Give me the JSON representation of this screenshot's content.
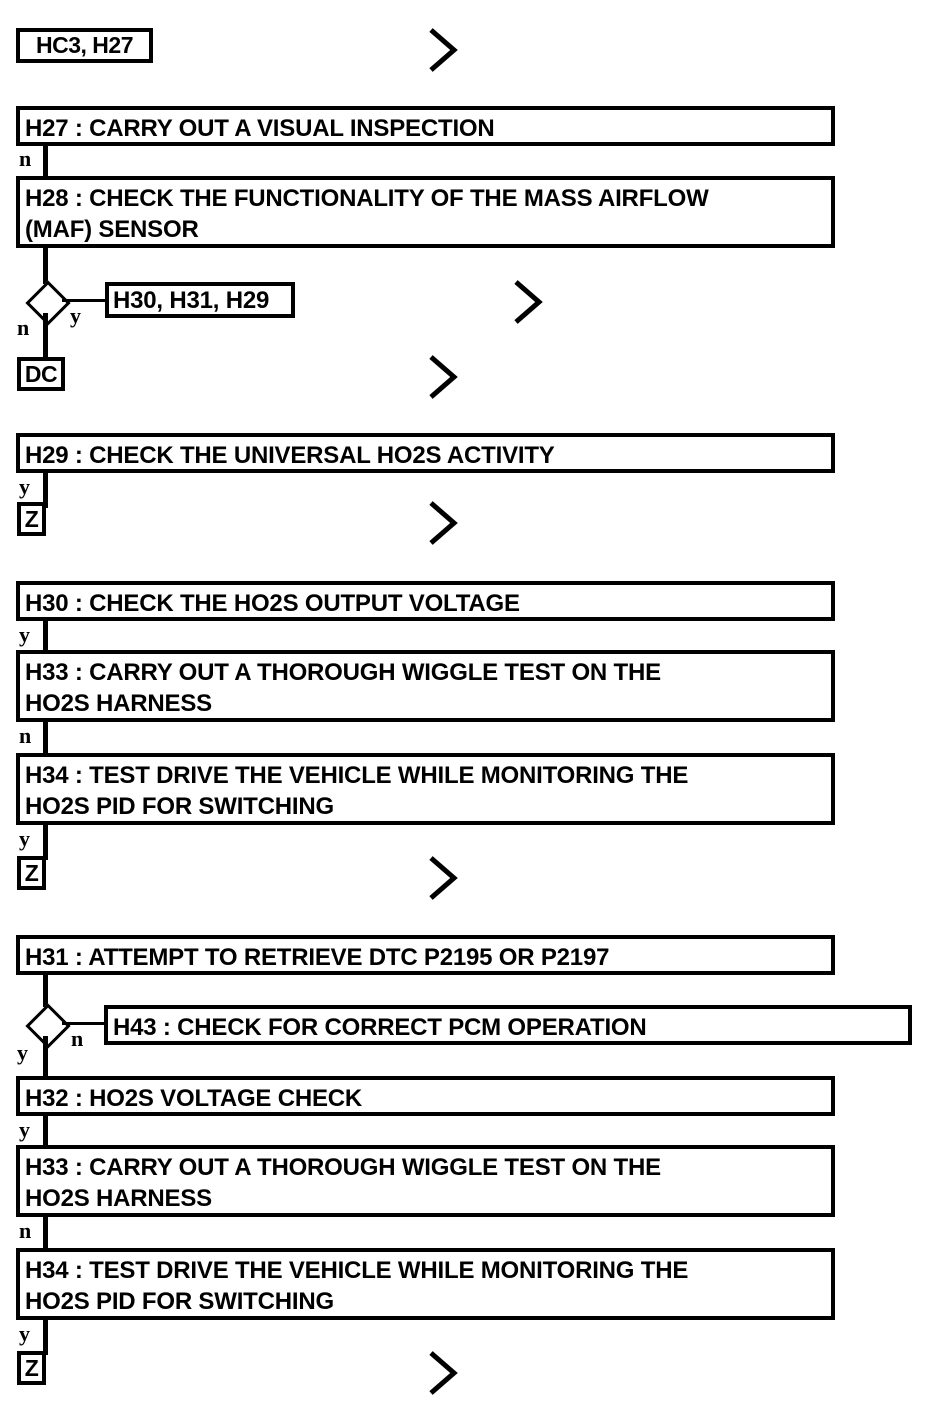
{
  "diagram": {
    "type": "flowchart",
    "title": "HO2S / MAF diagnostic flowchart page",
    "colors": {
      "line": "#000000",
      "background": "#ffffff",
      "text": "#000000"
    },
    "entry_tag": "HC3, H27",
    "nodes": [
      {
        "id": "HC3H27",
        "kind": "tag",
        "label": "HC3, H27"
      },
      {
        "id": "H27",
        "kind": "process",
        "label": "H27 : CARRY OUT A VISUAL INSPECTION"
      },
      {
        "id": "H28",
        "kind": "process",
        "label": "H28 : CHECK THE FUNCTIONALITY OF THE MASS AIRFLOW\n(MAF) SENSOR"
      },
      {
        "id": "D1",
        "kind": "decision",
        "label": ""
      },
      {
        "id": "REF1",
        "kind": "tag",
        "label": "H30, H31, H29"
      },
      {
        "id": "DC",
        "kind": "tag",
        "label": "DC"
      },
      {
        "id": "H29",
        "kind": "process",
        "label": "H29 : CHECK THE UNIVERSAL HO2S ACTIVITY"
      },
      {
        "id": "Z1",
        "kind": "tag",
        "label": "Z"
      },
      {
        "id": "H30",
        "kind": "process",
        "label": "H30 : CHECK THE HO2S OUTPUT VOLTAGE"
      },
      {
        "id": "H33a",
        "kind": "process",
        "label": "H33 : CARRY OUT A THOROUGH WIGGLE TEST ON THE\nHO2S HARNESS"
      },
      {
        "id": "H34a",
        "kind": "process",
        "label": "H34 : TEST DRIVE THE VEHICLE WHILE MONITORING THE\nHO2S PID FOR SWITCHING"
      },
      {
        "id": "Z2",
        "kind": "tag",
        "label": "Z"
      },
      {
        "id": "H31",
        "kind": "process",
        "label": "H31 : ATTEMPT TO RETRIEVE DTC P2195 OR P2197"
      },
      {
        "id": "D2",
        "kind": "decision",
        "label": ""
      },
      {
        "id": "H43",
        "kind": "process",
        "label": "H43 : CHECK FOR CORRECT PCM OPERATION"
      },
      {
        "id": "H32",
        "kind": "process",
        "label": "H32 : HO2S VOLTAGE CHECK"
      },
      {
        "id": "H33b",
        "kind": "process",
        "label": "H33 : CARRY OUT A THOROUGH WIGGLE TEST ON THE\nHO2S HARNESS"
      },
      {
        "id": "H34b",
        "kind": "process",
        "label": "H34 : TEST DRIVE THE VEHICLE WHILE MONITORING THE\nHO2S PID FOR SWITCHING"
      },
      {
        "id": "Z3",
        "kind": "tag",
        "label": "Z"
      }
    ],
    "edge_labels": {
      "h27_to_h28": "n",
      "d1_no": "n",
      "d1_yes": "y",
      "h29_out": "y",
      "h30_to_h33": "y",
      "h33a_to_h34a": "n",
      "h34a_out": "y",
      "d2_yes": "y",
      "d2_no": "n",
      "h32_to_h33b": "y",
      "h33b_to_h34b": "n",
      "h34b_out": "y"
    },
    "page_break_markers": [
      {
        "name": "chevron-1"
      },
      {
        "name": "chevron-2"
      },
      {
        "name": "chevron-3"
      },
      {
        "name": "chevron-4"
      },
      {
        "name": "chevron-5"
      }
    ]
  }
}
